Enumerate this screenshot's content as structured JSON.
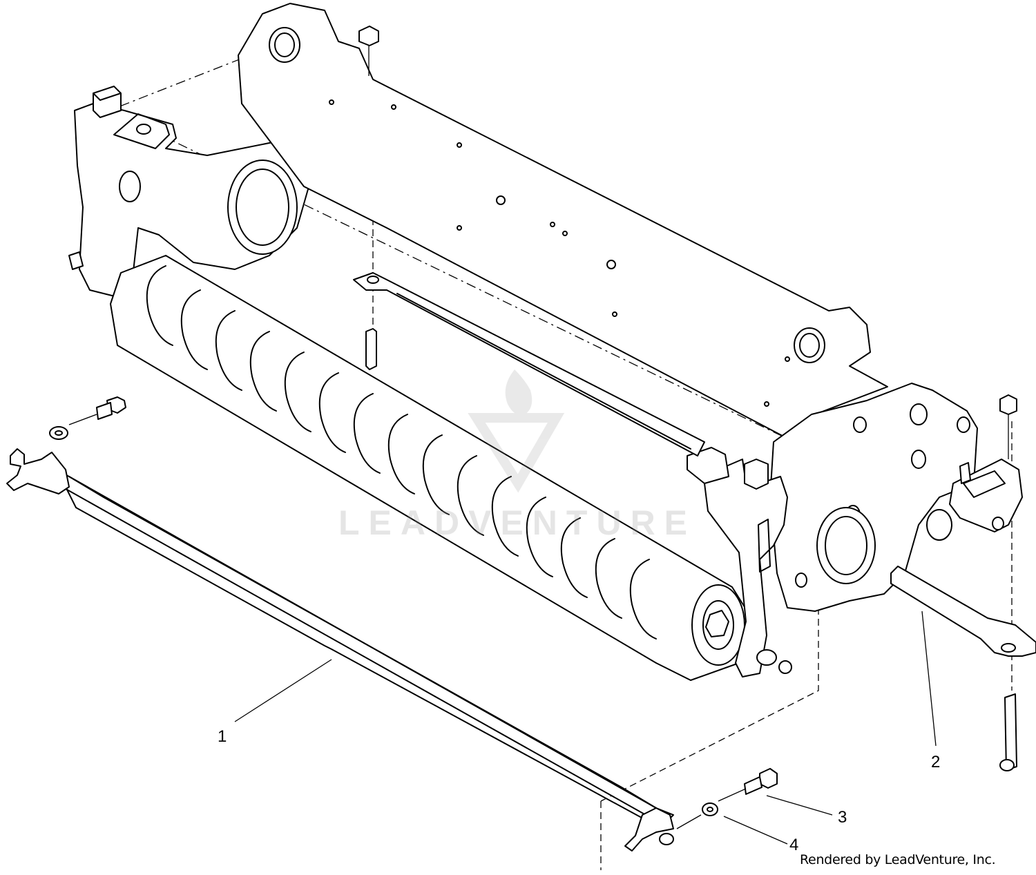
{
  "diagram": {
    "callouts": [
      {
        "id": "1",
        "label": "1"
      },
      {
        "id": "2",
        "label": "2"
      },
      {
        "id": "3",
        "label": "3"
      },
      {
        "id": "4",
        "label": "4"
      }
    ],
    "watermark": "LEADVENTURE",
    "credit": "Rendered by LeadVenture, Inc."
  },
  "colors": {
    "line": "#000000",
    "background": "#ffffff",
    "watermark": "#969696"
  }
}
